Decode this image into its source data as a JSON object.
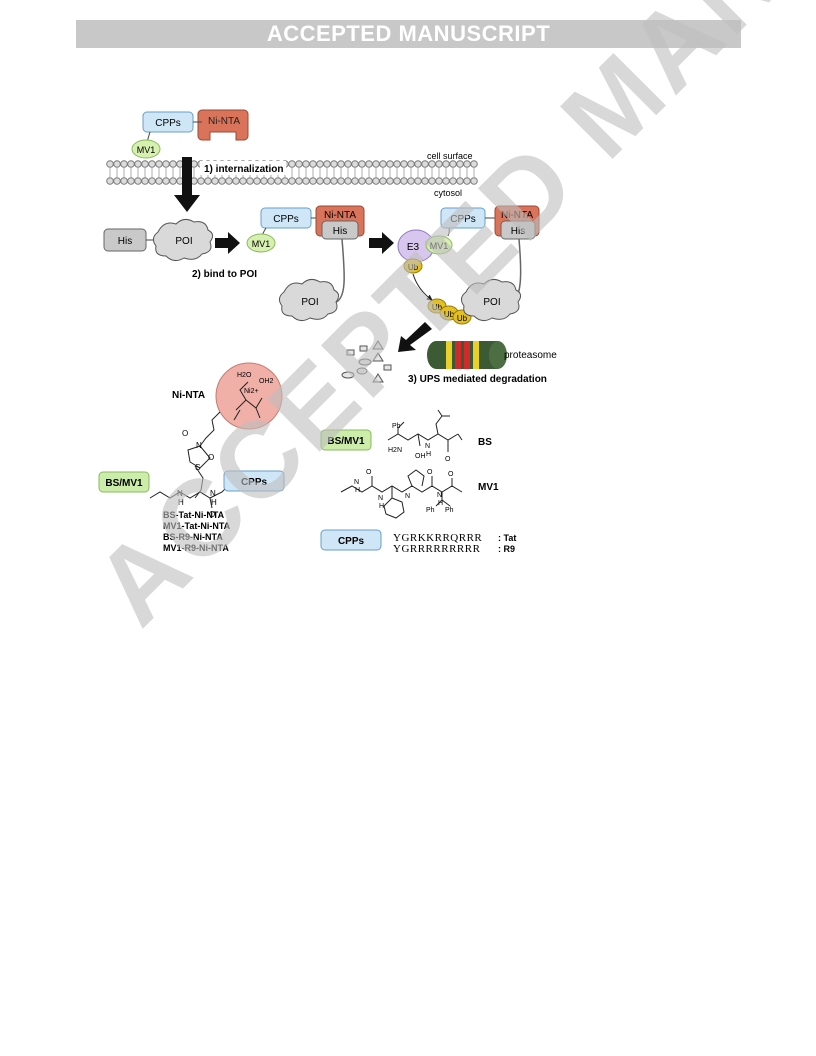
{
  "banner": {
    "title": "ACCEPTED MANUSCRIPT"
  },
  "watermark": {
    "text": "ACCEPTED MANUSCRIPT"
  },
  "scheme": {
    "cpps": "CPPs",
    "ni_nta": "Ni-NTA",
    "mv1": "MV1",
    "his": "His",
    "poi": "POI",
    "e3": "E3",
    "ub": "Ub",
    "step1": "1) internalization",
    "step2": "2) bind to POI",
    "step3": "3) UPS mediated degradation",
    "cell_surface": "cell surface",
    "cytosol": "cytosol",
    "proteasome": "proteasome"
  },
  "structure": {
    "ni_nta_label": "Ni-NTA",
    "h2o_a": "H2O",
    "h2o_b": "OH2",
    "ni_ion": "Ni2+",
    "bsmv1": "BS/MV1",
    "cpps": "CPPs",
    "compounds": [
      "BS-Tat-Ni-NTA",
      "MV1-Tat-Ni-NTA",
      "BS-R9-Ni-NTA",
      "MV1-R9-Ni-NTA"
    ]
  },
  "legend": {
    "bsmv1": "BS/MV1",
    "bs_label": "BS",
    "mv1_label": "MV1",
    "cpps": "CPPs",
    "tat_seq": "YGRKKRRQRRR",
    "tat_name": ": Tat",
    "r9_seq": "YGRRRRRRRRR",
    "r9_name": ": R9",
    "ph": "Ph",
    "oh": "OH",
    "h2n": "H2N",
    "n": "N",
    "h": "H",
    "o": "O",
    "s": "S"
  },
  "colors": {
    "cpps_fill": "#cfe6f7",
    "cpps_stroke": "#6a9ec8",
    "nta_fill": "#d9735a",
    "mv1_fill": "#d6f0b0",
    "mv1_stroke": "#8ab860",
    "his_fill": "#c9c9c9",
    "e3_fill": "#d7c7ef",
    "ub_fill": "#e2c022",
    "nta_sphere": "#f0b0a8",
    "bsmv1_fill": "#ccecaa",
    "banner": "#c8c8c8"
  }
}
